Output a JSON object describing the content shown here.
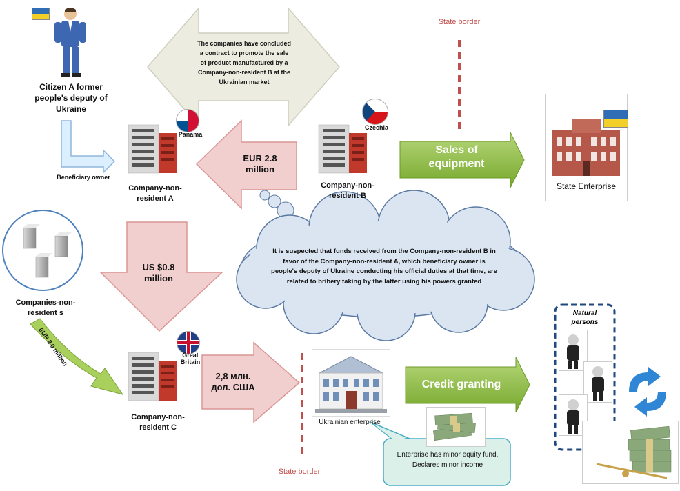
{
  "citizen": {
    "label": "Citizen A former people's deputy of Ukraine"
  },
  "beneficiary_label": "Beneficiary owner",
  "contract_text": "The companies have concluded a contract to promote the sale of product manufactured by a Company-non-resident B at the Ukrainian market",
  "company_a": {
    "label": "Company-non-resident A",
    "flag_label": "Panama"
  },
  "company_b": {
    "label": "Company-non-resident B",
    "flag_label": "Czechia"
  },
  "company_c": {
    "label": "Company-non-resident C",
    "flag_label": "Great Britain"
  },
  "companies_group": {
    "label": "Companies-non-resident s"
  },
  "flow_eur": {
    "label": "EUR 2.8 million"
  },
  "flow_usd": {
    "label": "US $0.8 million"
  },
  "flow_eur2": {
    "label": "EUR 2.0 million"
  },
  "flow_uah": {
    "label": "2,8 млн. дол. США"
  },
  "sales_label": "Sales of equipment",
  "credit_label": "Credit granting",
  "state_enterprise": {
    "label": "State Enterprise"
  },
  "ukrainian_enterprise": {
    "label": "Ukrainian enterprise"
  },
  "state_border_top": "State border",
  "state_border_bottom": "State border",
  "suspicion_text": "It is suspected that funds received from the Company-non-resident B in favor of the Company-non-resident A, which beneficiary owner is people's deputy of Ukraine conducting his official duties at that time, are related to bribery taking by the latter using his powers granted",
  "natural_persons_label": "Natural persons",
  "callout_text": "Enterprise has minor equity fund. Declares minor income",
  "colors": {
    "pink_arrow": "#f2cfcf",
    "pink_stroke": "#d99694",
    "green": "#8dbe3c",
    "cloud": "#dbe5f1",
    "border_red": "#c0504d",
    "callout": "#dcf0ea"
  }
}
